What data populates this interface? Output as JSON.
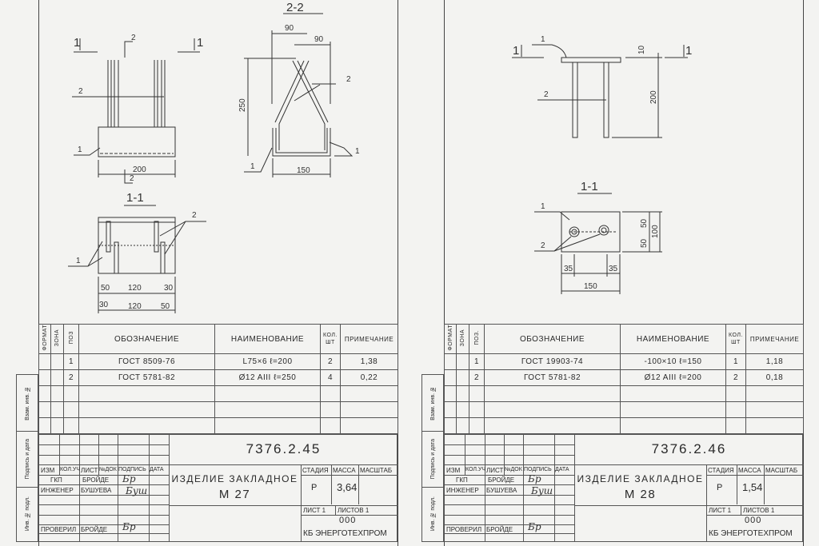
{
  "sheets": [
    {
      "strip": [
        "Инв. № подл.",
        "Подпись и дата",
        "Взам. инв. №"
      ],
      "spec_headers": [
        "ФОРМАТ",
        "ЗОНА",
        "ПОЗ",
        "ОБОЗНАЧЕНИЕ",
        "НАИМЕНОВАНИЕ",
        "КОЛ. ШТ",
        "ПРИМЕЧАНИЕ"
      ],
      "spec_rows": [
        {
          "pos": "1",
          "designation": "ГОСТ 8509-76",
          "name": "L75×6  ℓ=200",
          "qty": "2",
          "note": "1,38"
        },
        {
          "pos": "2",
          "designation": "ГОСТ 5781-82",
          "name": "Ø12 AIII  ℓ=250",
          "qty": "4",
          "note": "0,22"
        }
      ],
      "stamp": {
        "doc_number": "7376.2.45",
        "cols": [
          "ИЗМ",
          "КОЛ.УЧ",
          "ЛИСТ",
          "№ДОК",
          "ПОДПИСЬ",
          "ДАТА"
        ],
        "people": [
          {
            "role": "ГКП",
            "name": "БРОЙДЕ",
            "sign": "Бр"
          },
          {
            "role": "ИНЖЕНЕР",
            "name": "БУШУЕВА",
            "sign": "Буш"
          },
          {
            "role": "ПРОВЕРИЛ",
            "name": "БРОЙДЕ",
            "sign": "Бр"
          }
        ],
        "title": "ИЗДЕЛИЕ ЗАКЛАДНОЕ",
        "mark": "М 27",
        "stage_label": "СТАДИЯ",
        "mass_label": "МАССА",
        "scale_label": "МАСШТАБ",
        "stage": "Р",
        "mass": "3,64",
        "sheet": "ЛИСТ 1",
        "sheets": "ЛИСТОВ 1",
        "org_code": "000",
        "org": "КБ ЭНЕРГОТЕХПРОМ"
      }
    },
    {
      "strip": [
        "Инв. № подл.",
        "Подпись и дата",
        "Взам. инв. №"
      ],
      "spec_headers": [
        "ФОРМАТ",
        "ЗОНА",
        "ПОЗ.",
        "ОБОЗНАЧЕНИЕ",
        "НАИМЕНОВАНИЕ",
        "КОЛ. ШТ",
        "ПРИМЕЧАНИЕ"
      ],
      "spec_rows": [
        {
          "pos": "1",
          "designation": "ГОСТ 19903-74",
          "name": "-100×10  ℓ=150",
          "qty": "1",
          "note": "1,18"
        },
        {
          "pos": "2",
          "designation": "ГОСТ 5781-82",
          "name": "Ø12 AIII  ℓ=200",
          "qty": "2",
          "note": "0,18"
        }
      ],
      "stamp": {
        "doc_number": "7376.2.46",
        "cols": [
          "ИЗМ",
          "КОЛ.УЧ",
          "ЛИСТ",
          "№ДОК",
          "ПОДПИСЬ",
          "ДАТА"
        ],
        "people": [
          {
            "role": "ГКП",
            "name": "БРОЙДЕ",
            "sign": "Бр"
          },
          {
            "role": "ИНЖЕНЕР",
            "name": "БУШУЕВА",
            "sign": "Буш"
          },
          {
            "role": "ПРОВЕРИЛ",
            "name": "БРОЙДЕ",
            "sign": "Бр"
          }
        ],
        "title": "ИЗДЕЛИЕ ЗАКЛАДНОЕ",
        "mark": "М 28",
        "stage_label": "СТАДИЯ",
        "mass_label": "МАССА",
        "scale_label": "МАСШТАБ",
        "stage": "Р",
        "mass": "1,54",
        "sheet": "ЛИСТ 1",
        "sheets": "ЛИСТОВ 1",
        "org_code": "000",
        "org": "КБ ЭНЕРГОТЕХПРОМ"
      }
    }
  ],
  "drawing_m27": {
    "section_22": "2-2",
    "section_11": "1-1",
    "cut1": "1",
    "cut2": "2",
    "pos1": "1",
    "pos2": "2",
    "dims": {
      "w200": "200",
      "d90a": "90",
      "d90b": "90",
      "h250": "250",
      "w150": "150",
      "a50": "50",
      "a120": "120",
      "a30": "30",
      "b30": "30",
      "b120": "120",
      "b50": "50"
    }
  },
  "drawing_m28": {
    "section_11": "1-1",
    "cut1": "1",
    "pos1": "1",
    "pos2": "2",
    "dims": {
      "t10": "10",
      "h200": "200",
      "h50a": "50",
      "h50b": "50",
      "h100": "100",
      "e35a": "35",
      "e35b": "35",
      "w150": "150"
    }
  }
}
